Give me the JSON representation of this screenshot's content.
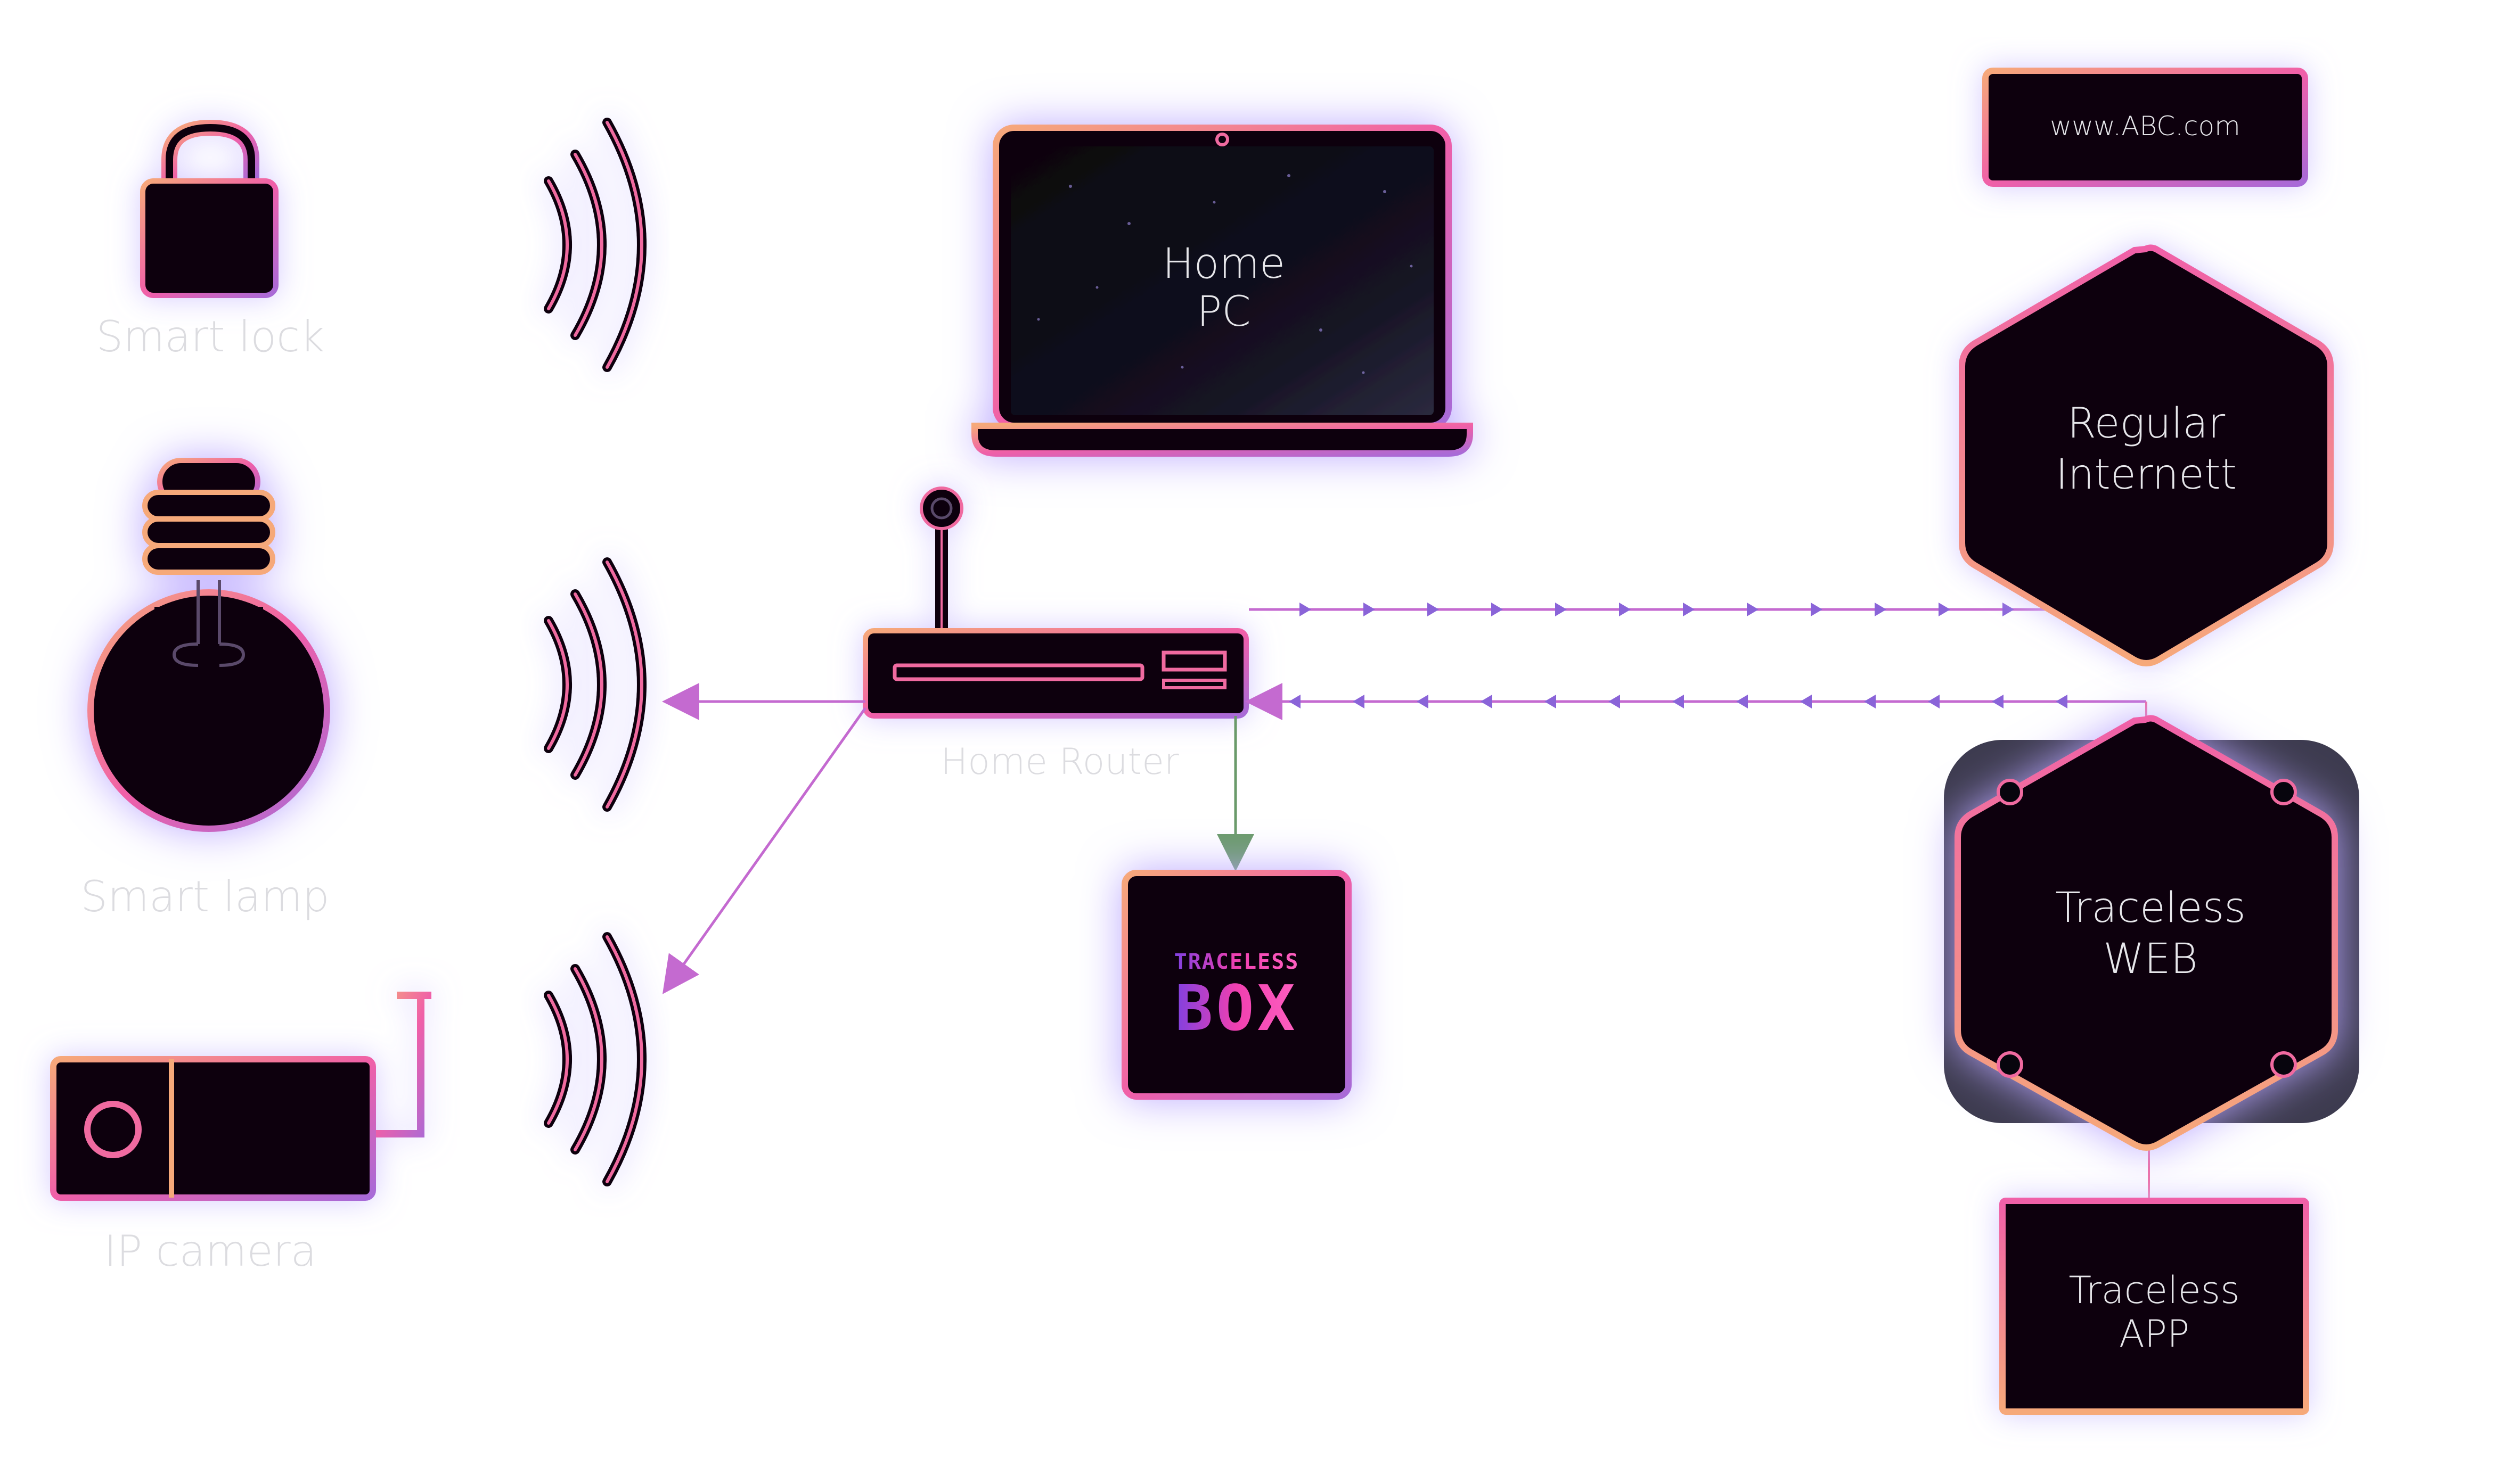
{
  "devices": {
    "smart_lock": "Smart lock",
    "smart_lamp": "Smart lamp",
    "ip_camera": "IP camera"
  },
  "router": {
    "label": "Home Router"
  },
  "home_pc": {
    "line1": "Home",
    "line2": "PC"
  },
  "website": {
    "label": "www.ABC.com"
  },
  "regular_internet": {
    "line1": "Regular",
    "line2": "Internett"
  },
  "traceless_web": {
    "line1": "Traceless",
    "line2": "WEB"
  },
  "traceless_app": {
    "line1": "Traceless",
    "line2": "APP"
  },
  "traceless_box": {
    "logo_top": "TRACELESS",
    "logo_bottom": "BOX"
  },
  "colors": {
    "node_fill": "#07050d",
    "border_pink": "#f060a8",
    "border_peach": "#f6a97a",
    "border_violet": "#a76ad8",
    "arrow_pink": "#e0609e",
    "arrow_violet": "#8a64d8",
    "arrow_green": "#6a9a6a",
    "logo_pink": "#f040b0",
    "logo_violet": "#8040e0",
    "glow": "#d9d0ff"
  },
  "icons": [
    "lock-icon",
    "bulb-icon",
    "camera-icon",
    "wifi-waves-icon",
    "router-icon",
    "laptop-icon",
    "hexagon-icon"
  ]
}
